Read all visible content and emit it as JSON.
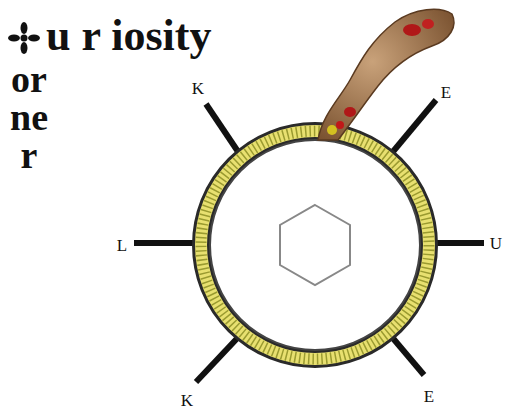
{
  "diagram": {
    "labels": [
      "u r iosity",
      "orner",
      "K",
      "E",
      "L",
      "U",
      "K",
      "E"
    ]
  }
}
